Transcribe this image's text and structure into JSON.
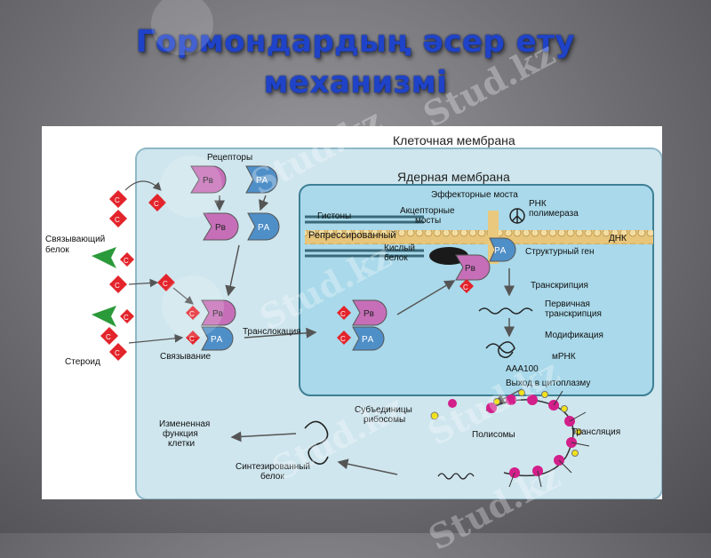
{
  "slide": {
    "title_line1": "Гормондардың әсер ету",
    "title_line2": "механизмі"
  },
  "diagram": {
    "cell_membrane": "Клеточная мембрана",
    "nuclear_membrane": "Ядерная мембрана",
    "receptors": "Рецепторы",
    "binding_protein_1": "Связывающий",
    "binding_protein_2": "белок",
    "steroid": "Стероид",
    "binding": "Связывание",
    "translocation": "Транслокация",
    "effector_bridges": "Эффекторные моста",
    "acceptor_bridges_1": "Акцепторные",
    "acceptor_bridges_2": "мосты",
    "histones": "Гистоны",
    "repressed": "Репрессированный",
    "acidic_protein_1": "Кислый",
    "acidic_protein_2": "белок",
    "rna_polymerase_1": "РНК",
    "rna_polymerase_2": "полимераза",
    "dna": "ДНК",
    "structural_gene": "Структурный ген",
    "transcription": "Транскрипция",
    "primary_transcript_1": "Первичная",
    "primary_transcript_2": "транскрипция",
    "modification": "Модификация",
    "mrna": "мРНК",
    "polya": "ААА100",
    "exit_cytoplasm": "Выход в цитоплазму",
    "ribosome_subunits_1": "Субъединицы",
    "ribosome_subunits_2": "рибосомы",
    "polysomes": "Полисомы",
    "translation": "Трансляция",
    "changed_function_1": "Измененная",
    "changed_function_2": "функция",
    "changed_function_3": "клетки",
    "synth_protein_1": "Синтезированный",
    "synth_protein_2": "белок",
    "pb": "Pв",
    "pa": "PА",
    "c": "С"
  },
  "watermark": "Stud.kz",
  "colors": {
    "title": "#1f43c8",
    "cell": "#cfe6ee",
    "nucleus": "#a9d9ea",
    "pb_protein": "#c66fb8",
    "pa_protein": "#4f8fc8",
    "steroid": "#e3242b",
    "ribosome_pink": "#d21f8a",
    "ribosome_yellow": "#f2e21c",
    "binding_protein": "#2b9a3a",
    "dna": "#e7c57a"
  }
}
